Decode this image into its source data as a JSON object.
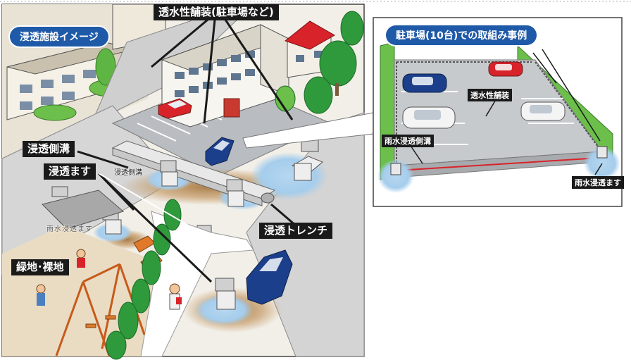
{
  "left_panel": {
    "badge": "浸透施設イメージ",
    "labels": {
      "permeable_paving": "透水性舗装(駐車場など)",
      "infiltration_gutter": "浸透側溝",
      "infiltration_gutter_small": "浸透側溝",
      "infiltration_basin": "浸透ます",
      "rain_basin_small": "雨水浸透ます",
      "infiltration_trench": "浸透トレンチ",
      "green_land": "緑地･裸地"
    }
  },
  "right_panel": {
    "badge": "駐車場(10台)での取組み事例",
    "labels": {
      "permeable_paving": "透水性舗装",
      "rain_gutter": "雨水浸透側溝",
      "rain_basin": "雨水浸透ます"
    }
  },
  "colors": {
    "badge_blue": "#1f5aa8",
    "label_bg": "#1a1a1a",
    "infiltration_blue": "#9cc6e8",
    "soil_brown": "#b98a55",
    "grass_green": "#6bbf4a",
    "tree_green": "#2f9a3c",
    "pavement_gray": "#b9bcc0",
    "red_car": "#d8232a",
    "blue_car": "#1c3f8c"
  }
}
